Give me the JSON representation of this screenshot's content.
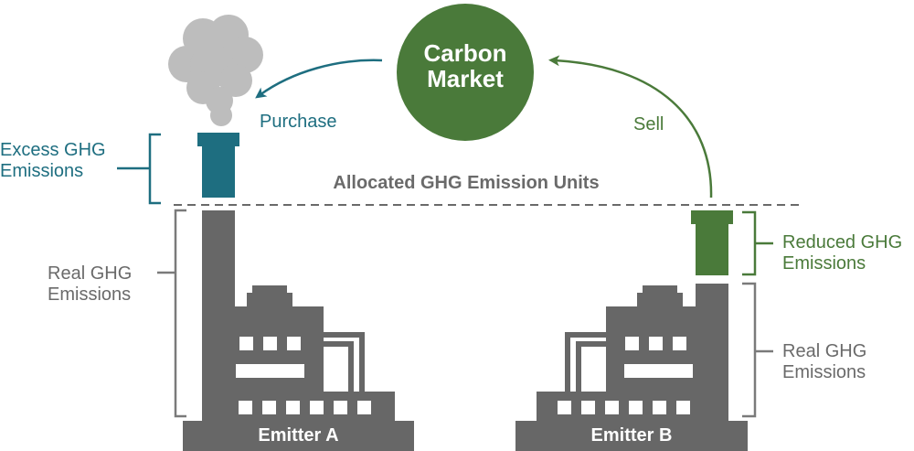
{
  "market": {
    "line1": "Carbon",
    "line2": "Market"
  },
  "arrows": {
    "purchase_label": "Purchase",
    "sell_label": "Sell"
  },
  "allocated_label": "Allocated GHG Emission Units",
  "emitter_a": {
    "name": "Emitter A",
    "excess_label": [
      "Excess GHG",
      "Emissions"
    ],
    "real_label": [
      "Real GHG",
      "Emissions"
    ]
  },
  "emitter_b": {
    "name": "Emitter B",
    "reduced_label": [
      "Reduced GHG",
      "Emissions"
    ],
    "real_label": [
      "Real GHG",
      "Emissions"
    ]
  },
  "colors": {
    "factory": "#676767",
    "teal": "#1e6e80",
    "green": "#4a7a3a",
    "circle": "#4a7a3a",
    "smoke": "#bdbdbd",
    "dashed": "#6a6a6a"
  }
}
